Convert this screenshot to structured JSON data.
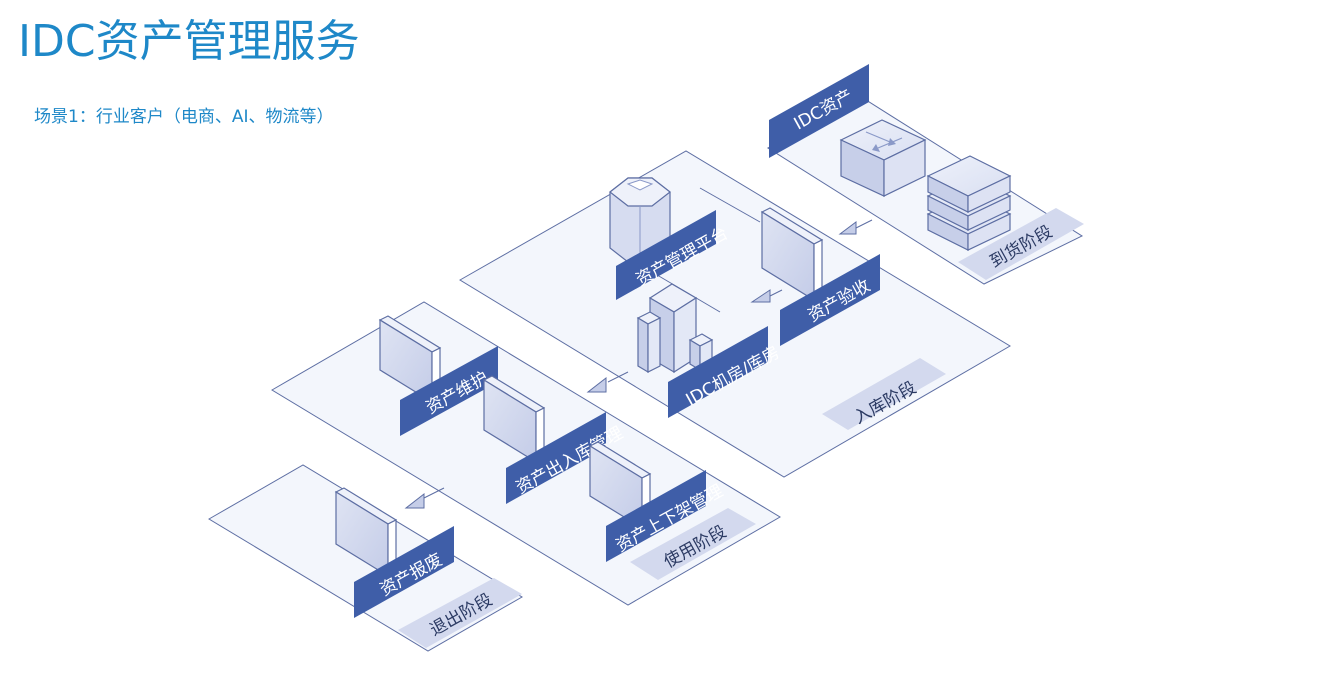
{
  "title": "IDC资产管理服务",
  "subtitle": "场景1：行业客户（电商、AI、物流等）",
  "labels": {
    "idc_asset": "IDC资产",
    "platform": "资产管理平台",
    "acceptance": "资产验收",
    "room": "IDC机房/库房",
    "maintenance": "资产维护",
    "inout": "资产出入库管理",
    "shelf": "资产上下架管理",
    "scrap": "资产报废"
  },
  "stages": {
    "arrival": "到货阶段",
    "inbound": "入库阶段",
    "usage": "使用阶段",
    "exit": "退出阶段"
  },
  "colors": {
    "label_bg": "#3f5ea8",
    "stage_bg": "#d3d9ee",
    "plane_fill": "#f3f6fc",
    "plane_stroke": "#5d6ea3",
    "title": "#1e88c8"
  }
}
